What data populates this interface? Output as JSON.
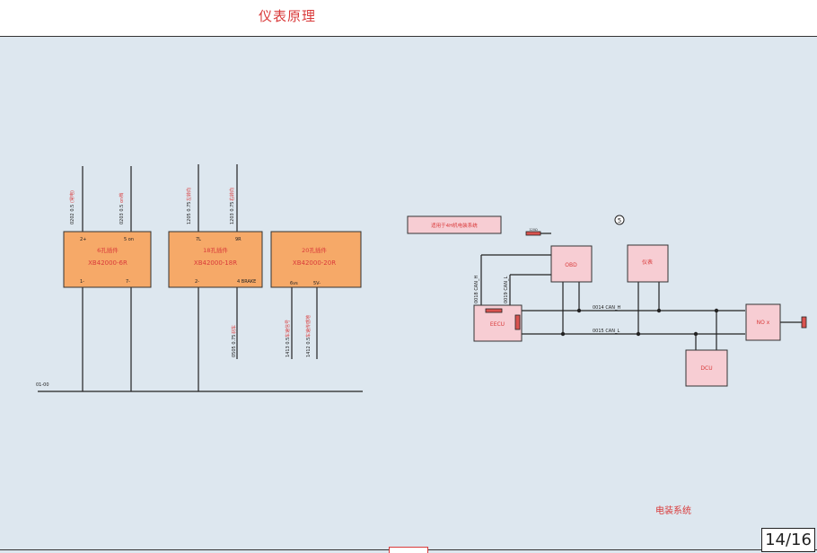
{
  "header": {
    "title": "仪表原理"
  },
  "page_indicator": "14/16",
  "section_label": "电装系统",
  "marker_number": "5",
  "ground_label": "01-00",
  "connectors": [
    {
      "name": "6孔插件",
      "part": "XB42000-6R",
      "top_pins": [
        "2+",
        "5 on"
      ],
      "bottom_pins": [
        "1-",
        "7-"
      ]
    },
    {
      "name": "18孔插件",
      "part": "XB42000-18R",
      "top_pins": [
        "7L",
        "9R"
      ],
      "bottom_pins": [
        "2-",
        "4 BRAKE"
      ]
    },
    {
      "name": "20孔插件",
      "part": "XB42000-20R",
      "top_pins": [],
      "bottom_pins": [
        "6vs",
        "5V-"
      ]
    }
  ],
  "wires": {
    "w1_code": "0202 0.5",
    "w1_desc": "(常电)",
    "w2_code": "0203 0.5",
    "w2_desc": "on档",
    "w3_code": "1205 0.75",
    "w3_desc": "左转向",
    "w4_code": "1203 0.75",
    "w4_desc": "右转向",
    "w5_code": "0505 0.75",
    "w5_desc": "刹车",
    "w6_code": "1413 0.5",
    "w6_desc": "车速信号",
    "w7_code": "1412 0.5",
    "w7_desc": "车速传感地"
  },
  "can": {
    "note": "适用于4H机电装系统",
    "resistor_label": "120Ω",
    "eecu": "EECU",
    "obd": "OBD",
    "meter": "仪表",
    "nox": "NO x",
    "dcu": "DCU",
    "can_h": "0014 CAN_H",
    "can_l": "0015 CAN_L",
    "eecu_h": "0018 CAN_H",
    "eecu_l": "0019 CAN_L"
  }
}
